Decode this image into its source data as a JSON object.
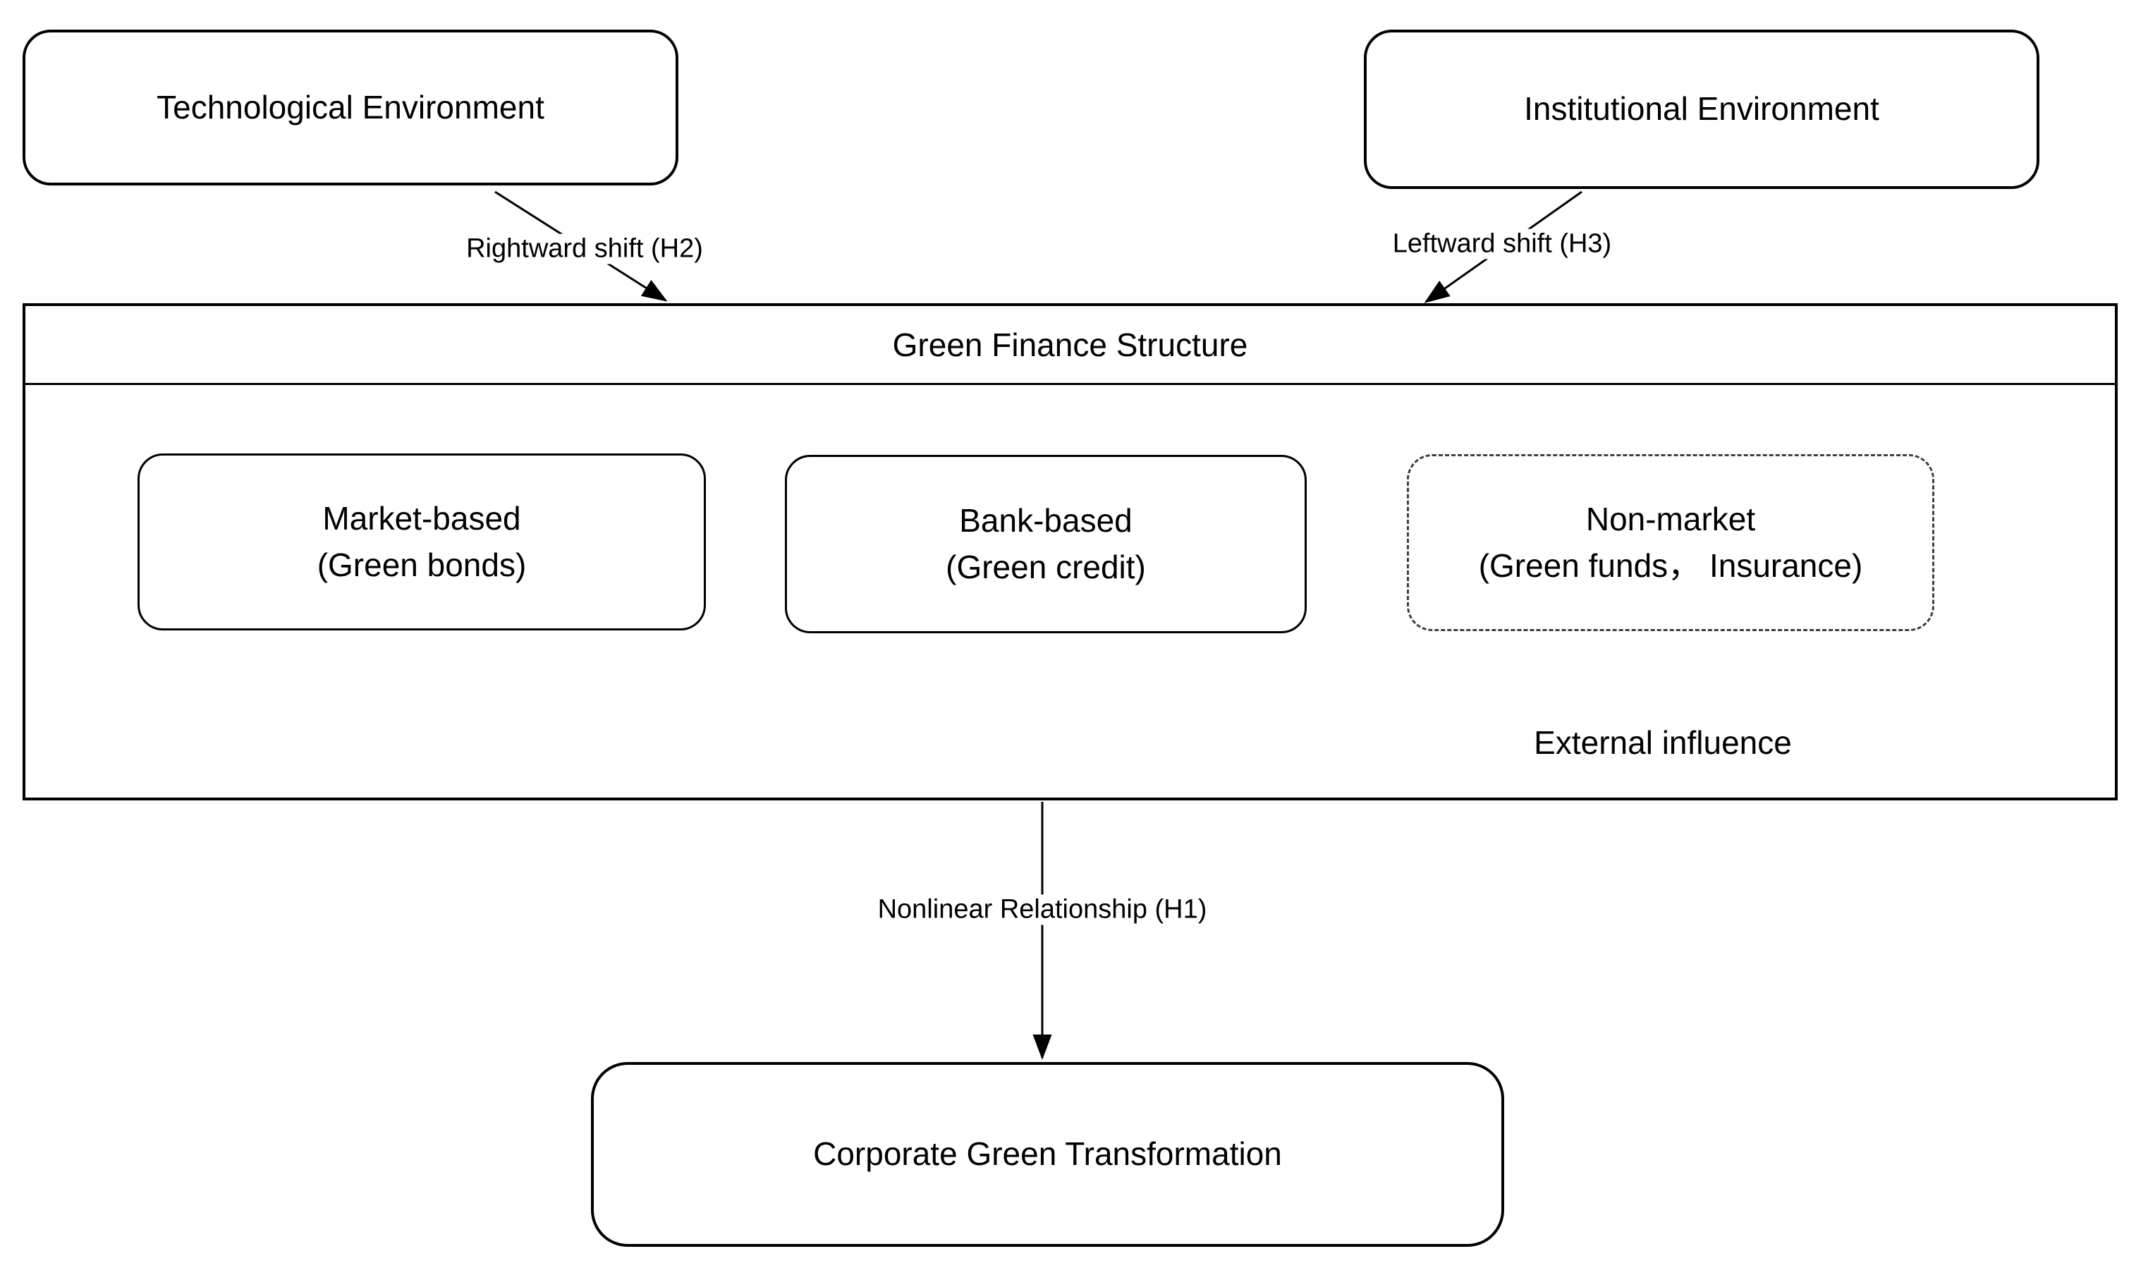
{
  "colors": {
    "background": "#ffffff",
    "stroke": "#000000",
    "dashed_stroke": "#3f3f3f"
  },
  "nodes": {
    "technological": {
      "label": "Technological Environment"
    },
    "institutional": {
      "label": "Institutional Environment"
    },
    "green_finance_structure": {
      "title": "Green Finance Structure"
    },
    "market_based": {
      "line1": "Market-based",
      "line2": "(Green bonds)"
    },
    "bank_based": {
      "line1": "Bank-based",
      "line2": "(Green credit)"
    },
    "non_market": {
      "line1": "Non-market",
      "line2": "(Green funds， Insurance)"
    },
    "external_influence": {
      "label": "External influence"
    },
    "corporate": {
      "label": "Corporate Green Transformation"
    }
  },
  "edges": {
    "h2": {
      "label": "Rightward shift (H2)"
    },
    "h3": {
      "label": "Leftward shift (H3)"
    },
    "h1": {
      "label": "Nonlinear Relationship (H1)"
    }
  }
}
